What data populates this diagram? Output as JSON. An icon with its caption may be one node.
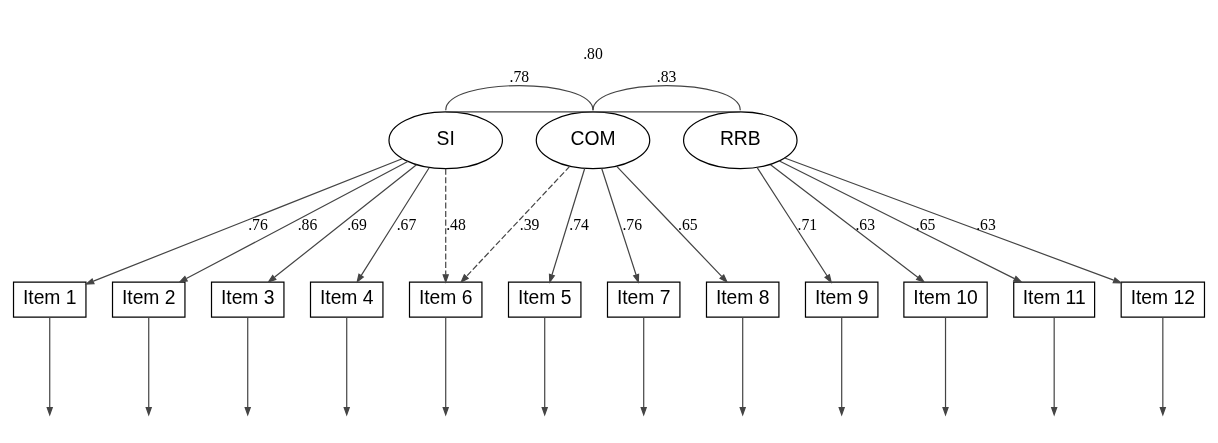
{
  "diagram": {
    "nodes": [
      {
        "text": [
          "SI"
        ]
      },
      {
        "text": [
          "COM"
        ]
      },
      {
        "text": [
          "RRB"
        ]
      },
      {
        "text": [
          "Item 1"
        ]
      },
      {
        "text": [
          "Item 2"
        ]
      },
      {
        "text": [
          "Item 3"
        ]
      },
      {
        "text": [
          "Item 4"
        ]
      },
      {
        "text": [
          "Item 6"
        ]
      },
      {
        "text": [
          "Item 5"
        ]
      },
      {
        "text": [
          "Item 7"
        ]
      },
      {
        "text": [
          "Item 8"
        ]
      },
      {
        "text": [
          "Item 9"
        ]
      },
      {
        "text": [
          "Item 10"
        ]
      },
      {
        "text": [
          "Item 11"
        ]
      },
      {
        "text": [
          "Item 12"
        ]
      }
    ],
    "edges": [
      {
        "from": 0,
        "to": 2,
        "arrow": "none",
        "label": ".80"
      },
      {
        "from": 0,
        "to": 1,
        "arrow": "none",
        "label": ".78"
      },
      {
        "from": 1,
        "to": 2,
        "arrow": "none",
        "label": ".83"
      },
      {
        "from": 0,
        "to": 3,
        "arrow": "to",
        "label": ".76"
      },
      {
        "from": 0,
        "to": 4,
        "arrow": "to",
        "label": ".86"
      },
      {
        "from": 0,
        "to": 5,
        "arrow": "to",
        "label": ".69"
      },
      {
        "from": 0,
        "to": 6,
        "arrow": "to",
        "label": ".67"
      },
      {
        "from": 0,
        "to": 7,
        "arrow": "to",
        "label": ".48",
        "style": "dashed"
      },
      {
        "from": 1,
        "to": 7,
        "arrow": "to",
        "label": ".39",
        "style": "dashed"
      },
      {
        "from": 1,
        "to": 8,
        "arrow": "to",
        "label": ".74"
      },
      {
        "from": 1,
        "to": 9,
        "arrow": "to",
        "label": ".76"
      },
      {
        "from": 1,
        "to": 10,
        "arrow": "to",
        "label": ".65"
      },
      {
        "from": 2,
        "to": 11,
        "arrow": "to",
        "label": ".71"
      },
      {
        "from": 2,
        "to": 12,
        "arrow": "to",
        "label": ".63"
      },
      {
        "from": 2,
        "to": 13,
        "arrow": "to",
        "label": ".65"
      },
      {
        "from": 2,
        "to": 14,
        "arrow": "to",
        "label": ".63"
      },
      {
        "from": 3,
        "to": null,
        "arrow": "to"
      },
      {
        "from": 4,
        "to": null,
        "arrow": "to"
      },
      {
        "from": 5,
        "to": null,
        "arrow": "to"
      },
      {
        "from": 6,
        "to": null,
        "arrow": "to"
      },
      {
        "from": 7,
        "to": null,
        "arrow": "to"
      },
      {
        "from": 8,
        "to": null,
        "arrow": "to"
      },
      {
        "from": 9,
        "to": null,
        "arrow": "to"
      },
      {
        "from": 10,
        "to": null,
        "arrow": "to"
      },
      {
        "from": 11,
        "to": null,
        "arrow": "to"
      },
      {
        "from": 12,
        "to": null,
        "arrow": "to"
      },
      {
        "from": 13,
        "to": null,
        "arrow": "to"
      },
      {
        "from": 14,
        "to": null,
        "arrow": "to"
      }
    ]
  }
}
